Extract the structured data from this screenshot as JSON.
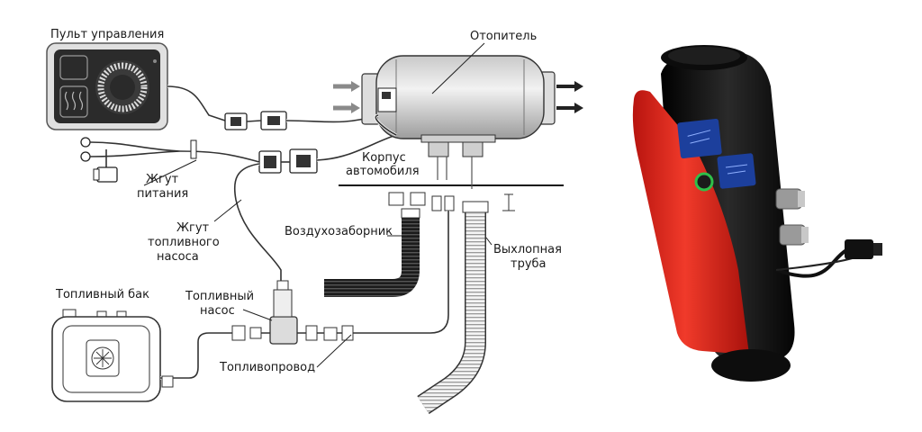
{
  "labels": {
    "control_panel": "Пульт управления",
    "heater": "Отопитель",
    "car_body_1": "Корпус",
    "car_body_2": "автомобиля",
    "power_harness_1": "Жгут",
    "power_harness_2": "питания",
    "pump_harness_1": "Жгут",
    "pump_harness_2": "топливного",
    "pump_harness_3": "насоса",
    "air_intake": "Воздухозаборник",
    "exhaust_1": "Выхлопная",
    "exhaust_2": "труба",
    "fuel_tank": "Топливный бак",
    "fuel_pump_1": "Топливный",
    "fuel_pump_2": "насос",
    "fuel_line": "Топливопровод"
  },
  "colors": {
    "heater_red": "#d8261c",
    "heater_black": "#111111",
    "panel_dark": "#2b2b2b",
    "display_blue": "#1c3f9c",
    "indicator_green": "#2fbf4a",
    "arrow_grey": "#8a8a8a"
  }
}
